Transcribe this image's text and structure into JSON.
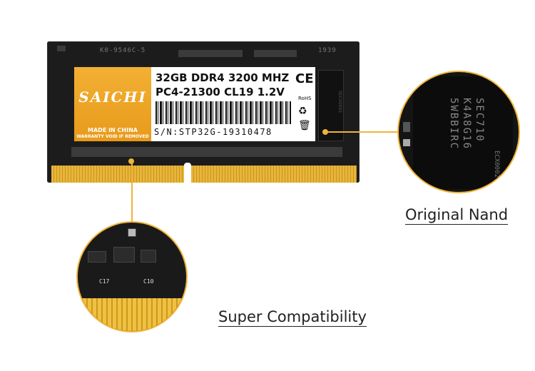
{
  "module": {
    "top_codes": [
      "K0-9546C-5",
      "1939"
    ],
    "brand": "SAICHI",
    "made_in": "MADE IN CHINA",
    "warranty": "WARRANTY VOID IF REMOVED",
    "spec_line1": "32GB DDR4 3200 MHZ",
    "spec_line2": "PC4-21300  CL19 1.2V",
    "serial": "S/N:STP32G-19310478",
    "ce_mark": "CE",
    "rohs": "RoHS",
    "chip_small_code": "SECX0002"
  },
  "zoom_right": {
    "chip_lines": [
      "SEC710",
      "K4A8G16",
      "5WBBIRC"
    ],
    "chip_sub": "ECX0002"
  },
  "zoom_left": {
    "labels": [
      "C17",
      "C10"
    ]
  },
  "captions": {
    "nand": "Original Nand",
    "compat": "Super Compatibility"
  },
  "colors": {
    "accent": "#f0b43a",
    "pcb": "#1c1c1c",
    "gold": "#e8b53a"
  }
}
